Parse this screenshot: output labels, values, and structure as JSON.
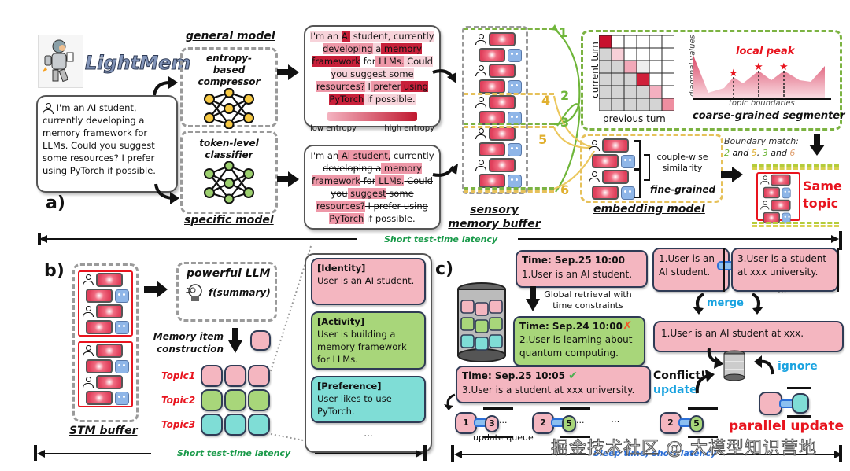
{
  "logo": {
    "name": "LightMem",
    "icon": "robot-mascot-icon"
  },
  "panel_a": {
    "label": "a)",
    "user_message": "I'm an AI student, currently developing a memory framework for LLMs. Could you suggest some resources? I prefer using PyTorch if possible.",
    "general_model": {
      "title": "general model",
      "subtitle": "entropy-based compressor"
    },
    "specific_model": {
      "title": "specific model",
      "subtitle": "token-level classifier"
    },
    "entropy_text": {
      "tokens": [
        {
          "t": "I'm an ",
          "h": 1
        },
        {
          "t": "AI",
          "h": 3
        },
        {
          "t": " student,",
          "h": 1
        },
        {
          "t": " currently ",
          "h": 1
        },
        {
          "t": "developing",
          "h": 2
        },
        {
          "t": " a",
          "h": 1
        },
        {
          "t": " memory framework",
          "h": 3
        },
        {
          "t": " for",
          "h": 0
        },
        {
          "t": " LLMs.",
          "h": 2
        },
        {
          "t": " Could",
          "h": 1
        },
        {
          "t": " you suggest",
          "h": 1
        },
        {
          "t": " some",
          "h": 1
        },
        {
          "t": " resources?",
          "h": 2
        },
        {
          "t": " I",
          "h": 1
        },
        {
          "t": " prefer",
          "h": 2
        },
        {
          "t": " using PyTorch",
          "h": 3
        },
        {
          "t": " if possible.",
          "h": 1
        }
      ],
      "low_label": "low entropy",
      "high_label": "high entropy"
    },
    "classifier_text": {
      "tokens": [
        {
          "t": "I'm an",
          "keep": false
        },
        {
          "t": " AI student,",
          "keep": true
        },
        {
          "t": " currently developing a",
          "keep": false
        },
        {
          "t": " memory framework",
          "keep": true
        },
        {
          "t": " for",
          "keep": false
        },
        {
          "t": " LLMs.",
          "keep": true
        },
        {
          "t": " Could you",
          "keep": false
        },
        {
          "t": " suggest",
          "keep": true
        },
        {
          "t": " some",
          "keep": false
        },
        {
          "t": " resources?",
          "keep": true
        },
        {
          "t": " I prefer",
          "keep": false
        },
        {
          "t": " using",
          "keep": false
        },
        {
          "t": " PyTorch",
          "keep": true
        },
        {
          "t": " if possible.",
          "keep": false
        }
      ]
    },
    "sensory_buffer": {
      "title": "sensory memory buffer",
      "numbers": [
        "1",
        "2",
        "3",
        "4",
        "5",
        "6"
      ]
    },
    "segmenter": {
      "title": "coarse-grained segmenter",
      "matrix_ylabel": "current turn",
      "matrix_xlabel": "previous turn",
      "chart_ylabel": "diagonal values",
      "chart_xlabel": "topic boundaries",
      "peak_label": "local peak"
    },
    "embedding": {
      "title": "embedding model",
      "similarity_label": "couple-wise similarity",
      "fine_label": "fine-grained"
    },
    "boundary_match": {
      "label": "Boundary match:",
      "pair1_a": "2",
      "and1": " and ",
      "pair1_b": "5",
      "comma": ", ",
      "pair2_a": "3",
      "and2": " and ",
      "pair2_b": "6"
    },
    "same_topic": "Same topic",
    "latency": "Short test-time latency"
  },
  "panel_b": {
    "label": "b)",
    "stm_buffer": "STM buffer",
    "llm": {
      "title": "powerful LLM",
      "func": "f(summary)",
      "icon": "ai-head-icon"
    },
    "memory_construction": "Memory item construction",
    "topics": [
      "Topic1",
      "Topic2",
      "Topic3"
    ],
    "memory_cards": [
      {
        "tag": "[Identity]",
        "text": "User is  an AI student.",
        "color": "pink"
      },
      {
        "tag": "[Activity]",
        "text": "User is  building a memory framework for LLMs.",
        "color": "green"
      },
      {
        "tag": "[Preference]",
        "text": "User likes to use PyTorch.",
        "color": "cyan"
      }
    ],
    "more": "...",
    "latency": "Short test-time latency"
  },
  "panel_c": {
    "label": "c)",
    "entries": [
      {
        "time": "Time: Sep.25 10:00",
        "text": "1.User is  an AI student."
      },
      {
        "time": "Time: Sep.24 10:00",
        "text": "2.User is learning about quantum computing.",
        "status": "rejected"
      },
      {
        "time": "Time: Sep.25 10:05",
        "text": "3.User is a student at xxx university.",
        "status": "accepted"
      }
    ],
    "retrieval_label": "Global retrieval with time constraints",
    "merge_left": "1.User is  an AI student.",
    "merge_right": "3.User is a student at xxx university.",
    "merge_label": "merge",
    "merged": "1.User is  an AI student at xxx.",
    "more": "...",
    "conflict": "Conflict!",
    "update": "update",
    "ignore": "ignore",
    "parallel_update": "parallel update",
    "queue": [
      {
        "a": "1",
        "b": "3"
      },
      {
        "a": "2",
        "b": "5"
      }
    ],
    "queue_label": "update queue",
    "queue_more": "...",
    "latency": "Sleep time, short latency",
    "update_pair": {
      "a": "2",
      "b": "5"
    }
  },
  "watermark": "掘金技术社区 @ 大模型知识营地",
  "colors": {
    "green_dash": "#7cb342",
    "yellow_dash": "#e6c15a",
    "red": "#e8141e",
    "blue": "#1aa3e0",
    "latency_green": "#1a9a4a"
  }
}
